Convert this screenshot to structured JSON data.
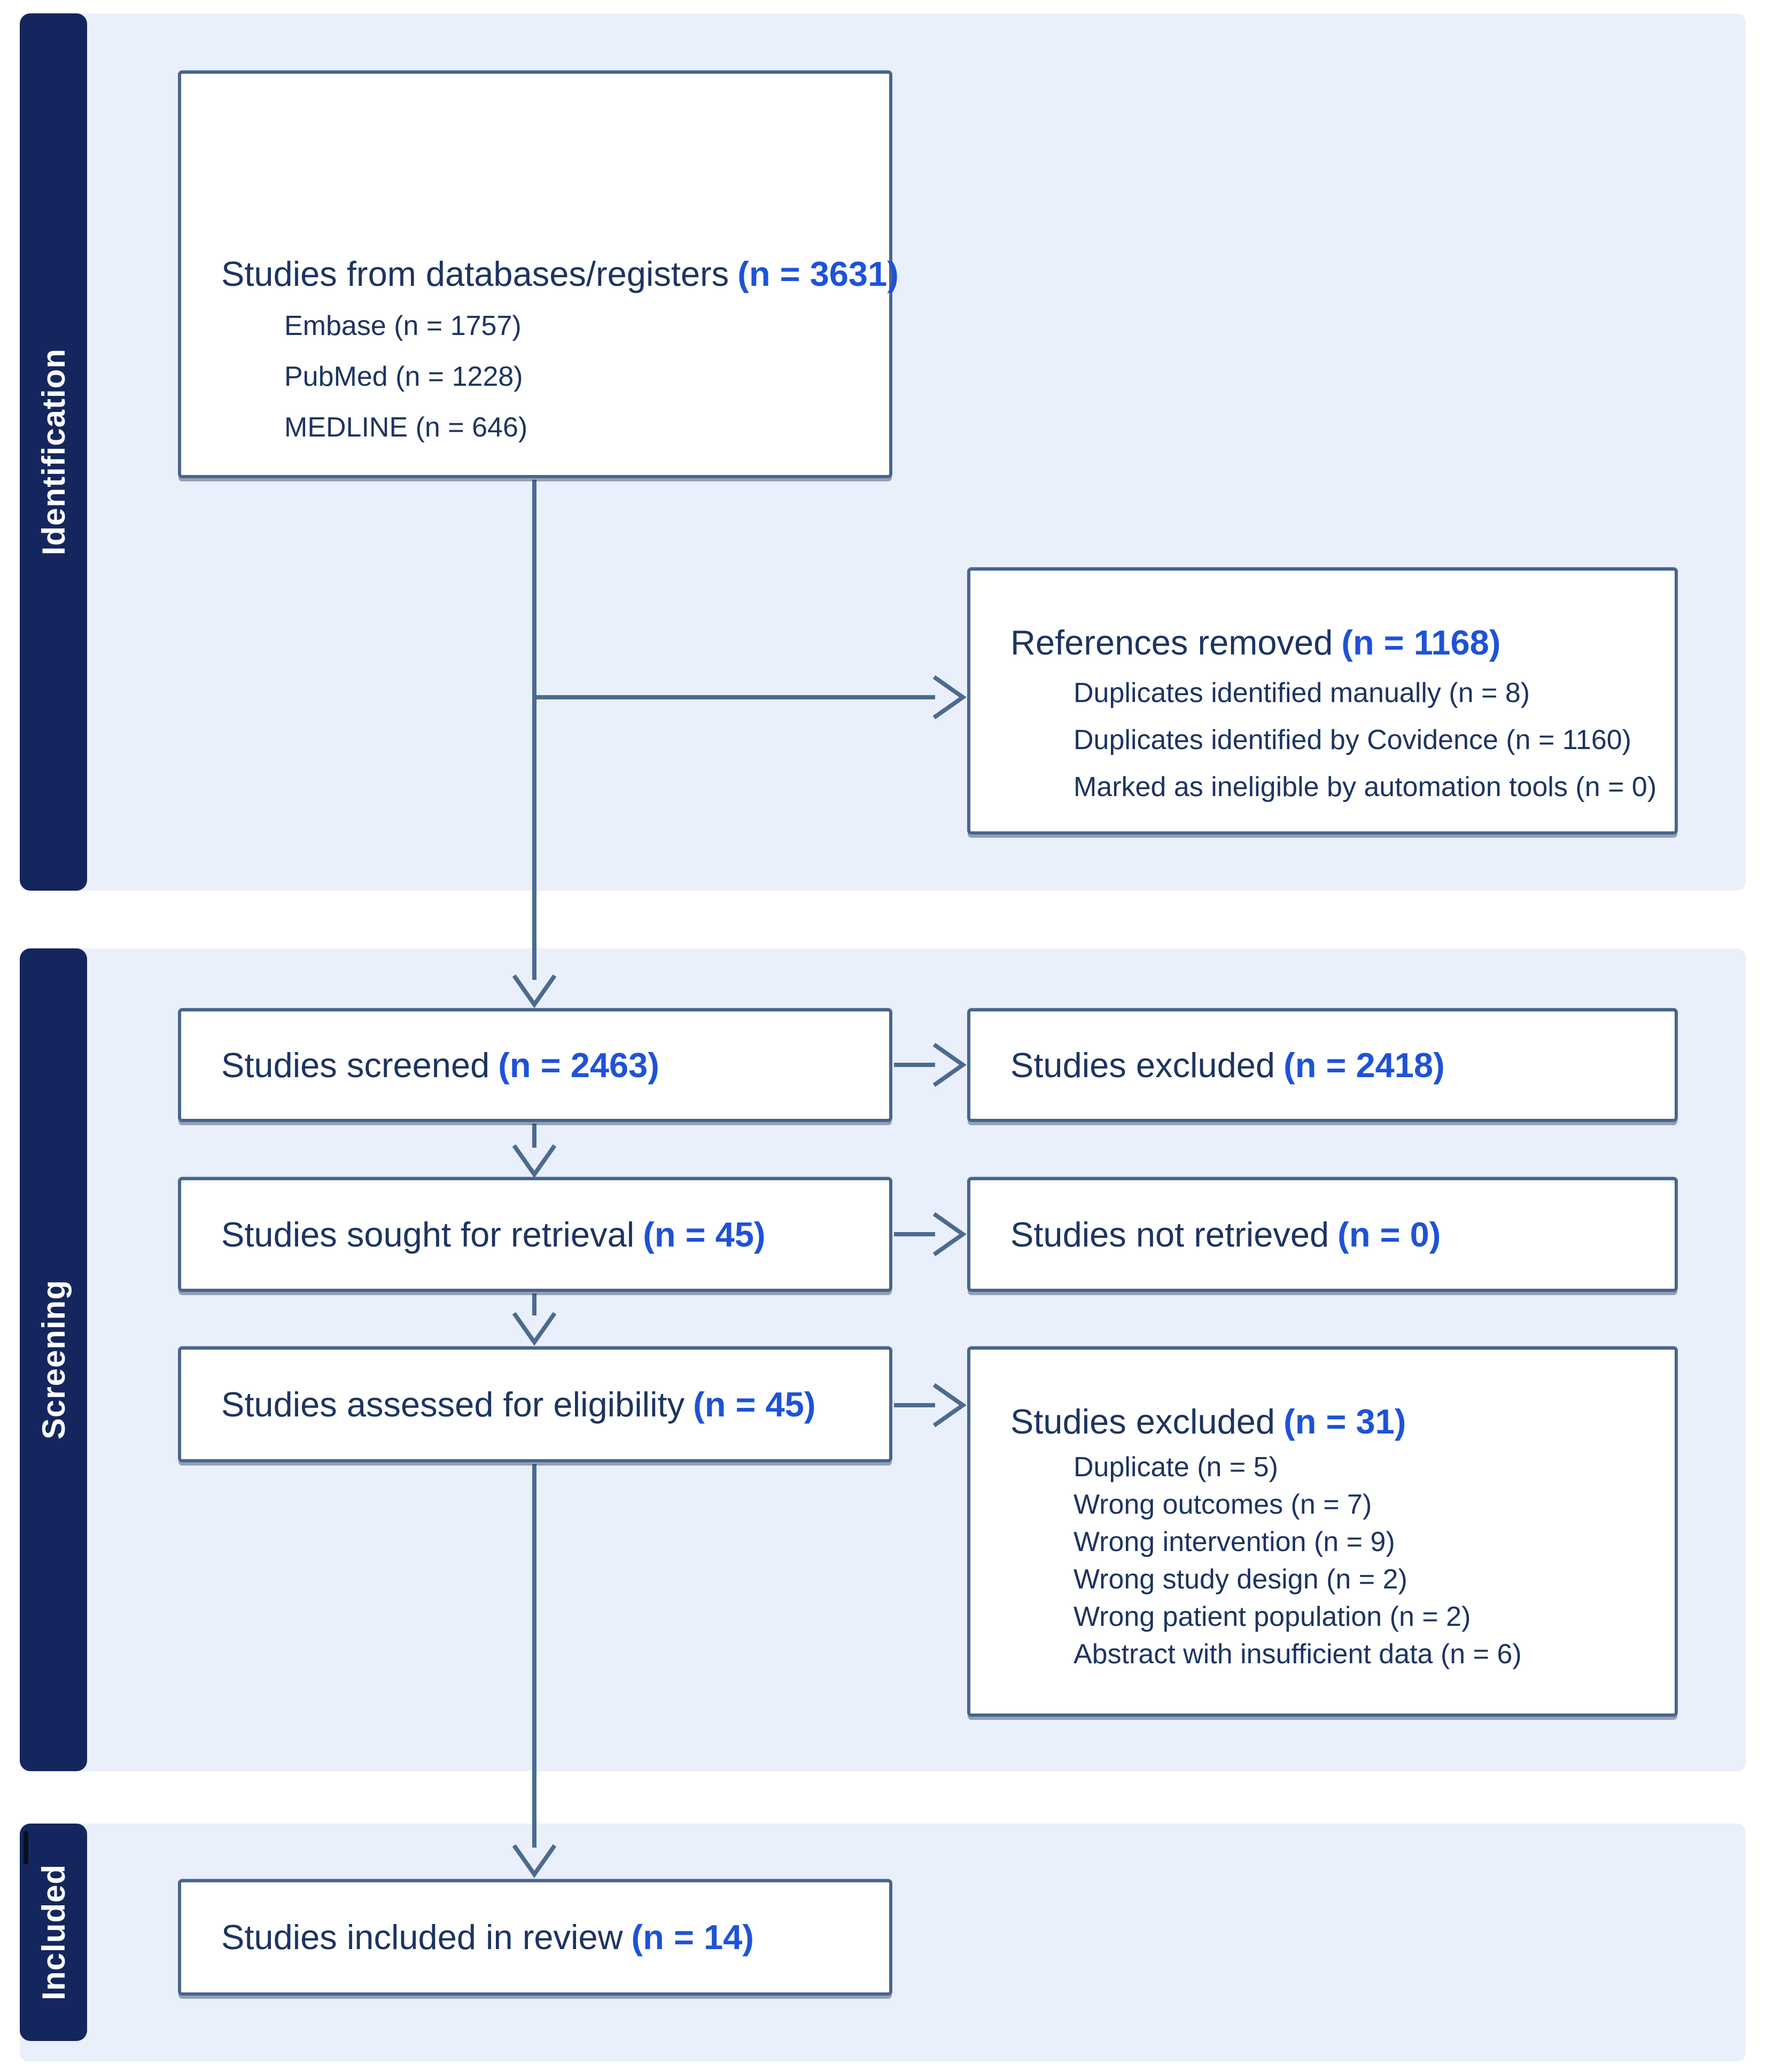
{
  "sidebar_sections": [
    {
      "label": "Identification"
    },
    {
      "label": "Screening"
    },
    {
      "label": "Included"
    }
  ],
  "flow": {
    "registers": {
      "title": "Studies from databases/registers",
      "count": "(n = 3631)",
      "items": [
        "Embase (n = 1757)",
        "PubMed (n = 1228)",
        "MEDLINE (n = 646)"
      ]
    },
    "references_removed": {
      "title": "References removed",
      "count": "(n = 1168)",
      "items": [
        "Duplicates identified manually (n = 8)",
        "Duplicates identified by Covidence (n = 1160)",
        "Marked as ineligible by automation tools (n = 0)"
      ]
    },
    "screened": {
      "title": "Studies screened",
      "count": "(n = 2463)"
    },
    "excluded_screening": {
      "title": "Studies excluded",
      "count": "(n = 2418)"
    },
    "sought": {
      "title": "Studies sought for retrieval",
      "count": "(n = 45)"
    },
    "not_retrieved": {
      "title": "Studies not retrieved",
      "count": "(n = 0)"
    },
    "assessed": {
      "title": "Studies assessed for eligibility",
      "count": "(n = 45)"
    },
    "excluded_eligibility": {
      "title": "Studies excluded",
      "count": "(n = 31)",
      "items": [
        "Duplicate (n = 5)",
        "Wrong outcomes (n = 7)",
        "Wrong intervention (n = 9)",
        "Wrong study design (n = 2)",
        "Wrong patient population (n = 2)",
        "Abstract with insufficient data (n = 6)"
      ]
    },
    "included": {
      "title": "Studies included in review",
      "count": "(n = 14)"
    }
  },
  "colors": {
    "navy_sidebar": "#14265d",
    "panel_background": "#e9f0fb",
    "box_background": "#ffffff",
    "box_border": "#47658e",
    "arrow": "#4c6b90",
    "text_dark": "#1d3461",
    "count_blue": "#1e52d8"
  }
}
